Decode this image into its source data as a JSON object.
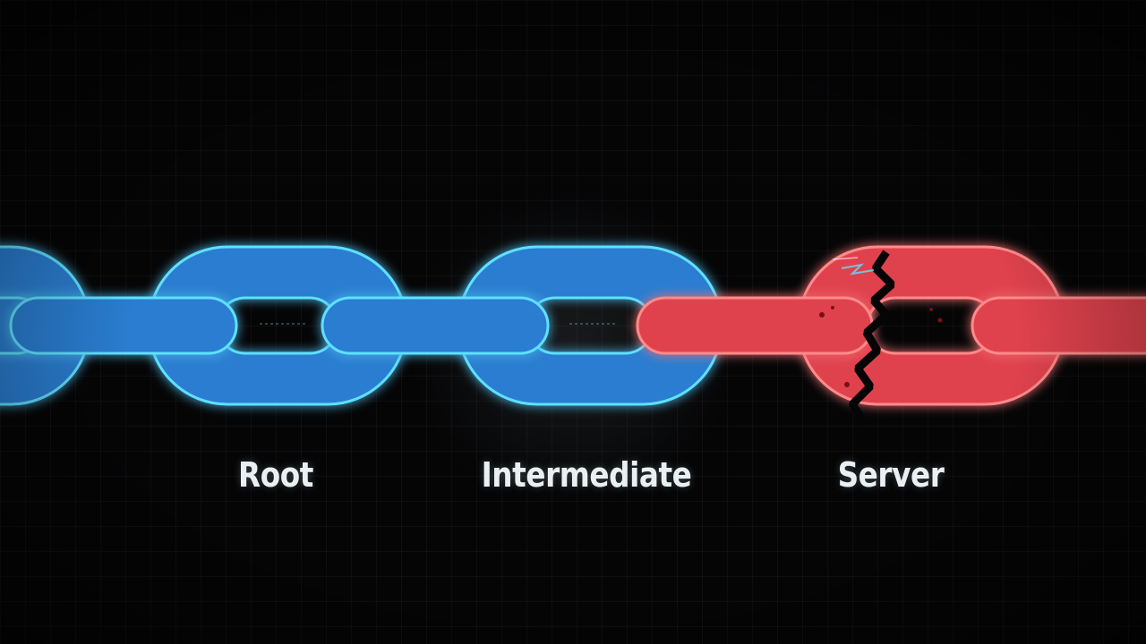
{
  "diagram": {
    "labels": {
      "root": "Root",
      "intermediate": "Intermediate",
      "server": "Server"
    },
    "colors": {
      "trusted_fill": "#2a7dd0",
      "trusted_outline": "#5fe0ff",
      "broken_fill": "#e0434e",
      "broken_outline": "#ff8a8a",
      "background": "#050506",
      "label_text": "#e9f0f3"
    },
    "links": [
      {
        "label_key": "root",
        "state": "trusted"
      },
      {
        "label_key": "intermediate",
        "state": "trusted"
      },
      {
        "label_key": "server",
        "state": "broken"
      }
    ]
  }
}
